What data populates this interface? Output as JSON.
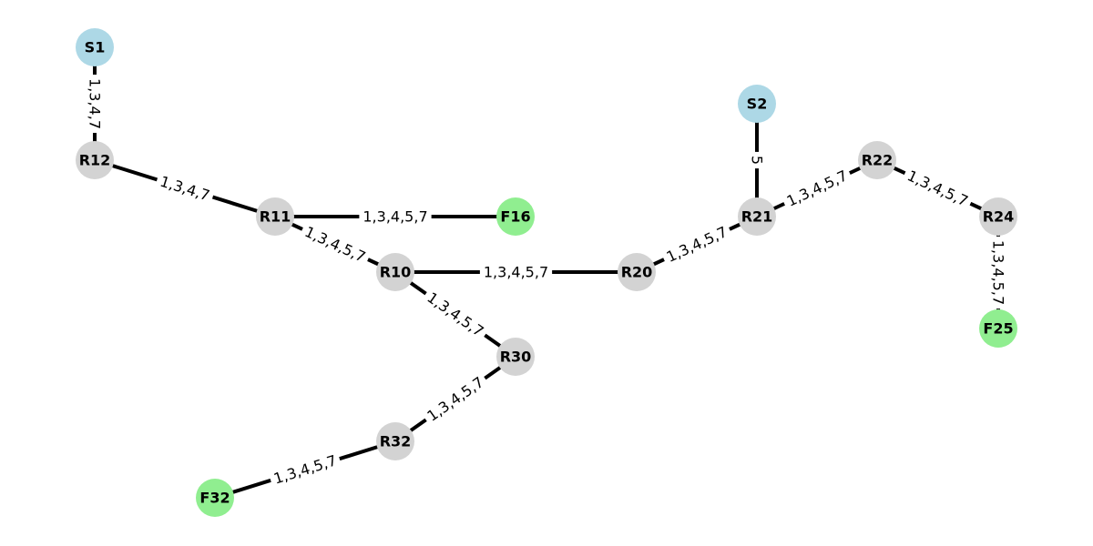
{
  "colors": {
    "source": "#add8e6",
    "router": "#d3d3d3",
    "sink": "#90ee90",
    "edge": "#000000"
  },
  "nodes": [
    {
      "id": "S1",
      "label": "S1",
      "kind": "source"
    },
    {
      "id": "R12",
      "label": "R12",
      "kind": "router"
    },
    {
      "id": "R11",
      "label": "R11",
      "kind": "router"
    },
    {
      "id": "F16",
      "label": "F16",
      "kind": "sink"
    },
    {
      "id": "R10",
      "label": "R10",
      "kind": "router"
    },
    {
      "id": "R20",
      "label": "R20",
      "kind": "router"
    },
    {
      "id": "R30",
      "label": "R30",
      "kind": "router"
    },
    {
      "id": "R32",
      "label": "R32",
      "kind": "router"
    },
    {
      "id": "F32",
      "label": "F32",
      "kind": "sink"
    },
    {
      "id": "S2",
      "label": "S2",
      "kind": "source"
    },
    {
      "id": "R21",
      "label": "R21",
      "kind": "router"
    },
    {
      "id": "R22",
      "label": "R22",
      "kind": "router"
    },
    {
      "id": "R24",
      "label": "R24",
      "kind": "router"
    },
    {
      "id": "F25",
      "label": "F25",
      "kind": "sink"
    }
  ],
  "edges": [
    {
      "from": "S1",
      "to": "R12",
      "label": "1,3,4,7"
    },
    {
      "from": "R12",
      "to": "R11",
      "label": "1,3,4,7"
    },
    {
      "from": "R11",
      "to": "F16",
      "label": "1,3,4,5,7"
    },
    {
      "from": "R11",
      "to": "R10",
      "label": "1,3,4,5,7"
    },
    {
      "from": "R10",
      "to": "R20",
      "label": "1,3,4,5,7"
    },
    {
      "from": "R10",
      "to": "R30",
      "label": "1,3,4,5,7"
    },
    {
      "from": "R30",
      "to": "R32",
      "label": "1,3,4,5,7"
    },
    {
      "from": "R32",
      "to": "F32",
      "label": "1,3,4,5,7"
    },
    {
      "from": "R20",
      "to": "R21",
      "label": "1,3,4,5,7"
    },
    {
      "from": "S2",
      "to": "R21",
      "label": "5"
    },
    {
      "from": "R21",
      "to": "R22",
      "label": "1,3,4,5,7"
    },
    {
      "from": "R22",
      "to": "R24",
      "label": "1,3,4,5,7"
    },
    {
      "from": "R24",
      "to": "F25",
      "label": "1,3,4,5,7"
    }
  ]
}
